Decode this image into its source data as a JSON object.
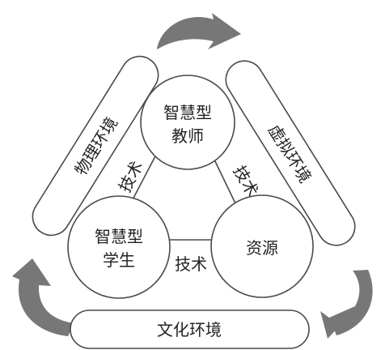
{
  "environments": {
    "physical": "物理环境",
    "virtual": "虚拟环境",
    "cultural": "文化环境"
  },
  "nodes": {
    "teacher": {
      "line1": "智慧型",
      "line2": "教师"
    },
    "student": {
      "line1": "智慧型",
      "line2": "学生"
    },
    "resource": "资源"
  },
  "links": {
    "teacher_student": "技术",
    "teacher_resource": "技术",
    "student_resource": "技术"
  },
  "colors": {
    "outline": "#4a4a4a",
    "arrow": "#777777",
    "text": "#222222"
  }
}
